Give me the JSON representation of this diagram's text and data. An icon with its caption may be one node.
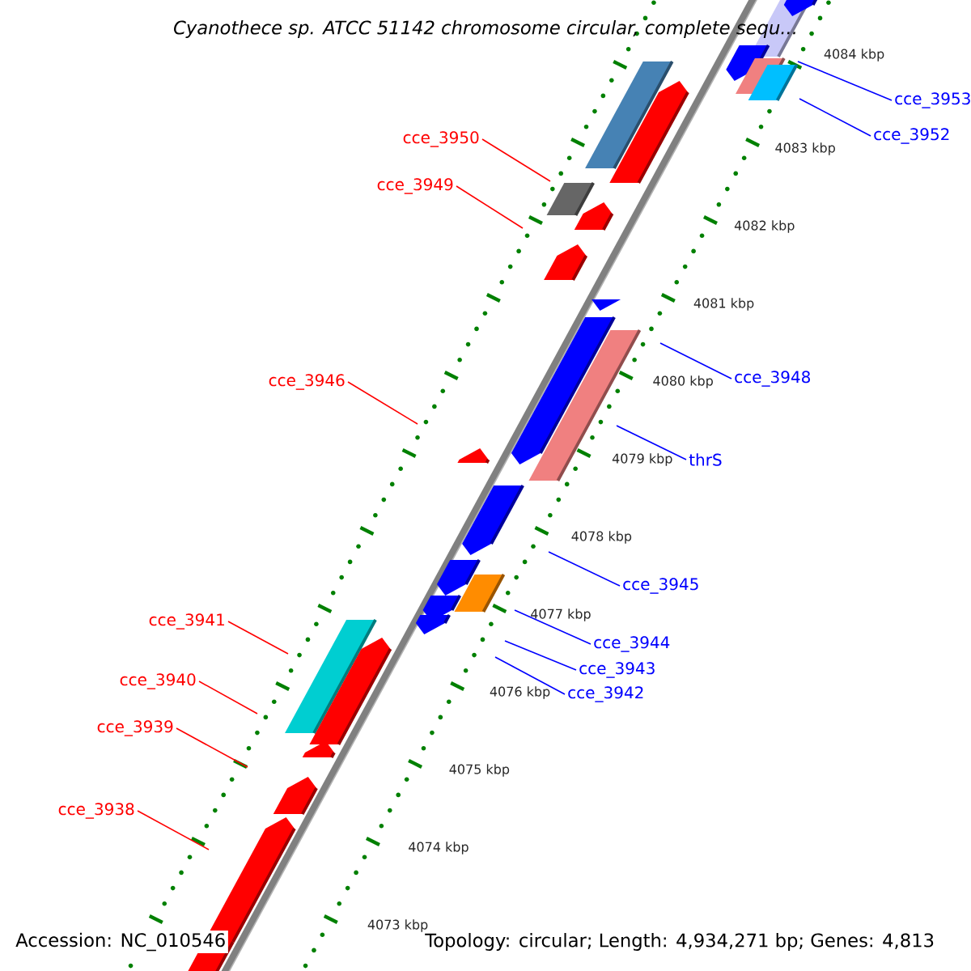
{
  "diagram": {
    "title": "Cyanothece sp. ATCC 51142 chromosome circular, complete sequ...",
    "nodes": [
      {
        "text": [
          "cce_3953"
        ]
      },
      {
        "text": [
          "cce_3952"
        ]
      },
      {
        "text": [
          "cce_3950"
        ]
      },
      {
        "text": [
          "cce_3949"
        ]
      },
      {
        "text": [
          "cce_3948"
        ]
      },
      {
        "text": [
          "cce_3946"
        ]
      },
      {
        "text": [
          "thrS"
        ]
      },
      {
        "text": [
          "cce_3945"
        ]
      },
      {
        "text": [
          "cce_3941"
        ]
      },
      {
        "text": [
          "cce_3944"
        ]
      },
      {
        "text": [
          "cce_3943"
        ]
      },
      {
        "text": [
          "cce_3940"
        ]
      },
      {
        "text": [
          "cce_3942"
        ]
      },
      {
        "text": [
          "cce_3939"
        ]
      },
      {
        "text": [
          "cce_3938"
        ]
      }
    ],
    "edges": [
      {
        "from": 0,
        "to": null,
        "arrow": "none",
        "color": "#0000ff"
      },
      {
        "from": 1,
        "to": null,
        "arrow": "none",
        "color": "#0000ff"
      },
      {
        "from": 2,
        "to": null,
        "arrow": "none",
        "color": "#ff0000"
      },
      {
        "from": 3,
        "to": null,
        "arrow": "none",
        "color": "#ff0000"
      },
      {
        "from": 4,
        "to": null,
        "arrow": "none",
        "color": "#0000ff"
      },
      {
        "from": 5,
        "to": null,
        "arrow": "none",
        "color": "#ff0000"
      },
      {
        "from": 6,
        "to": null,
        "arrow": "none",
        "color": "#0000ff"
      },
      {
        "from": 7,
        "to": null,
        "arrow": "none",
        "color": "#0000ff"
      },
      {
        "from": 8,
        "to": null,
        "arrow": "none",
        "color": "#ff0000"
      },
      {
        "from": 9,
        "to": null,
        "arrow": "none",
        "color": "#0000ff"
      },
      {
        "from": 10,
        "to": null,
        "arrow": "none",
        "color": "#0000ff"
      },
      {
        "from": 11,
        "to": null,
        "arrow": "none",
        "color": "#ff0000"
      },
      {
        "from": 12,
        "to": null,
        "arrow": "none",
        "color": "#0000ff"
      },
      {
        "from": 13,
        "to": null,
        "arrow": "none",
        "color": "#ff0000"
      },
      {
        "from": 14,
        "to": null,
        "arrow": "none",
        "color": "#ff0000"
      }
    ],
    "labels": [
      "4084 kbp",
      "4083 kbp",
      "4082 kbp",
      "4081 kbp",
      "4080 kbp",
      "4079 kbp",
      "4078 kbp",
      "4077 kbp",
      "4076 kbp",
      "4075 kbp",
      "4074 kbp",
      "4073 kbp",
      "Accession: NC_010546",
      "Topology: circular; Length: 4,934,271 bp; Genes: 4,813"
    ]
  }
}
